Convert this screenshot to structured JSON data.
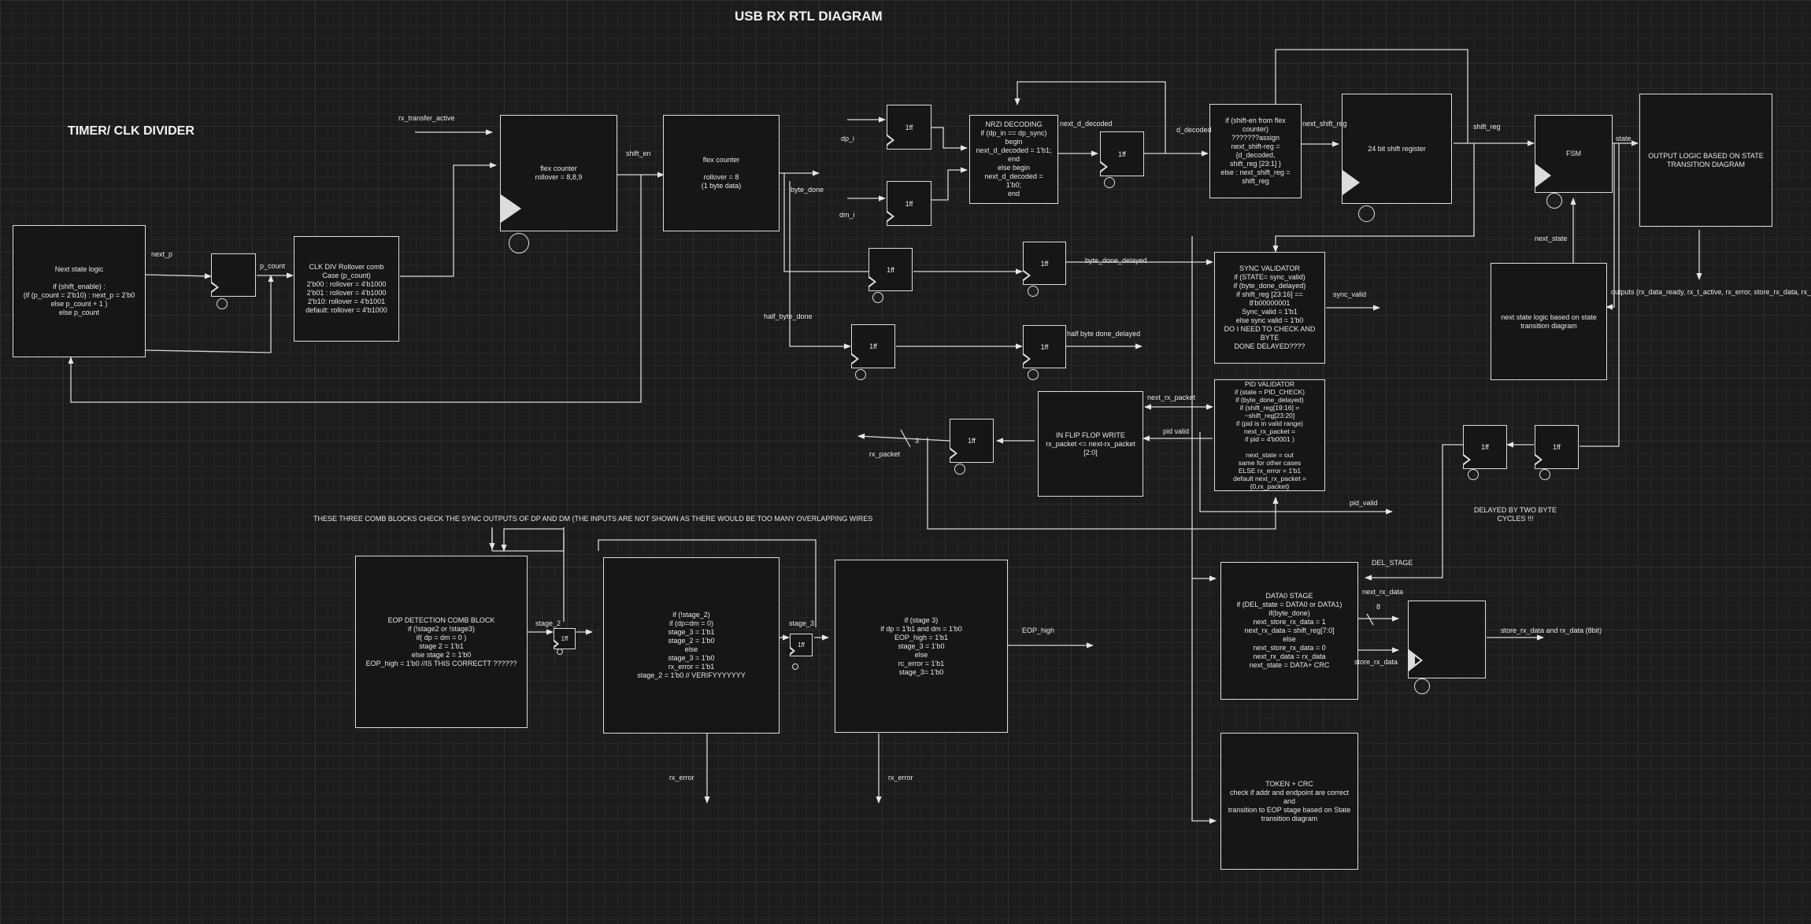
{
  "title": "USB RX RTL DIAGRAM",
  "timer_title": "TIMER/ CLK DIVIDER",
  "blocks": {
    "next_state": "Next state logic\n\nif (shift_enable) :\n (if (p_count = 2'b10) : next_p = 2'b0\n else p_count + 1 )\n else p_count",
    "clk_div": "CLK DIV Rollover comb\nCase (p_count)\n2'b00 : rollover = 4'b1000\n2'b01 : rollover = 4'b1000\n2'b10: rollover = 4'b1001\ndefault: rollover = 4'b1000",
    "flex1": "flex counter\nrollover = 8,8,9",
    "flex2": "flex counter\n\nrollover = 8\n(1 byte data)",
    "nrzi": "NRZI DECODING\nif (dp_in == dp_sync) begin\n next_d_decoded = 1'b1;\n end\n else begin\n next_d_decoded =\n 1'b0;\n end",
    "shift_mux": "if (shift-en from flex counter)\n???????assign\nnext_shift-reg = {d_decoded,\nshift_reg [23:1] }\nelse : next_shift_reg = shift_reg",
    "shift24": "24 bit shift register",
    "fsm": "FSM",
    "output_logic": "OUTPUT LOGIC BASED ON STATE\nTRANSITION DIAGRAM",
    "next_state_fsm": "next state logic based on state\ntransition diagram",
    "sync_val": "SYNC VALIDATOR\nif (STATE= sync_valid)\nif (byte_done_delayed)\nif shift_reg [23:16] == 8'b00000001\nSync_valid = 1'b1\nelse sync valid = 1'b0\nDO I NEED TO CHECK AND BYTE\nDONE DELAYED????",
    "pid_val": "PID VALIDATOR\nif (state = PID_CHECK)\nif (byte_done_delayed)\nif (shift_reg[19:16] =\n~shift_reg[23:20]\nif (pid is in valid range)\nnext_rx_packet =\nif pid = 4'b0001 )\n\nnext_state = out\nsame for other cases\nELSE rx_error = 1'b1\ndefault next_rx_packet =\n{0,rx_packet}",
    "in_ff": "IN FLIP FLOP WRITE\nrx_packet <= next-rx_packet [2:0]",
    "eop": "EOP DETECTION COMB BLOCK\nif (!stage2 or !stage3)\nif( dp = dm = 0 )\nstage 2 = 1'b1\nelse stage 2 = 1'b0\nEOP_high = 1'b0 //IS THIS CORRECTT ??????",
    "stage2_blk": "if (!stage_2)\nif (dp=dm = 0)\nstage_3 = 1'b1\nstage_2 = 1'b0\nelse\nstage_3 = 1'b0\nrx_error = 1'b1\nstage_2 = 1'b0 // VERIFYYYYYYY",
    "stage3_blk": "if (stage 3)\nif dp = 1'b1 and dm = 1'b0\nEOP_high = 1'b1\nstage_3 = 1'b0\nelse\nrc_error = 1'b1\nstage_3= 1'b0",
    "data0": "DATA0 STAGE\nif (DEL_state = DATA0 or DATA1)\nif(byte_done)\nnext_store_rx_data = 1\nnext_rx_data = shift_reg[7:0]\nelse\nnext_store_rx_data = 0\nnext_rx_data = rx_data\nnext_state = DATA+ CRC",
    "token": "TOKEN + CRC\ncheck if addr and endpoint are correct and\ntransition to EOP stage based on State\ntransition diagram"
  },
  "ff_label": "1ff",
  "labels": {
    "rx_transfer_active": "rx_transfer_active",
    "next_p": "next_p",
    "p_count": "p_count",
    "shift_en": "shift_en",
    "byte_done": "byte_done",
    "half_byte_done": "half_byte_done",
    "dp_i": "dp_i",
    "dm_i": "dm_i",
    "next_d_decoded": "next_d_decoded",
    "d_decoded": "d_decoded",
    "next_shift_reg": "next_shift_reg",
    "shift_reg": "shift_reg",
    "state": "state",
    "next_state": "next_state",
    "outputs": "outputs (rx_data_ready, rx_t_active, rx_error, store_rx_data, rx_packet_data)",
    "byte_done_delayed": "byte_done_delayed",
    "half_byte_done_delayed": "half byte done_delayed",
    "sync_valid": "sync_valid",
    "next_rx_packet": "next_rx_packet",
    "pid_valid_a": "pid valid",
    "pid_valid_b": "pid_valid",
    "rx_packet": "rx_packet",
    "three": "3",
    "note": "THESE THREE COMB BLOCKS CHECK THE SYNC OUTPUTS OF DP AND DM (THE INPUTS ARE NOT SHOWN AS THERE WOULD BE TOO MANY OVERLAPPING WIRES",
    "stage_2": "stage_2",
    "stage_3": "stage_3",
    "eop_high": "EOP_high",
    "rx_error_a": "rx_error",
    "rx_error_b": "rx_error",
    "delayed_two": "DELAYED BY TWO BYTE\nCYCLES !!!",
    "del_stage": "DEL_STAGE",
    "next_rx_data": "next_rx_data",
    "eight": "8",
    "store_rx_data": "store_rx_data",
    "store_rx_data_out": "store_rx_data and rx_data (8bit)"
  }
}
